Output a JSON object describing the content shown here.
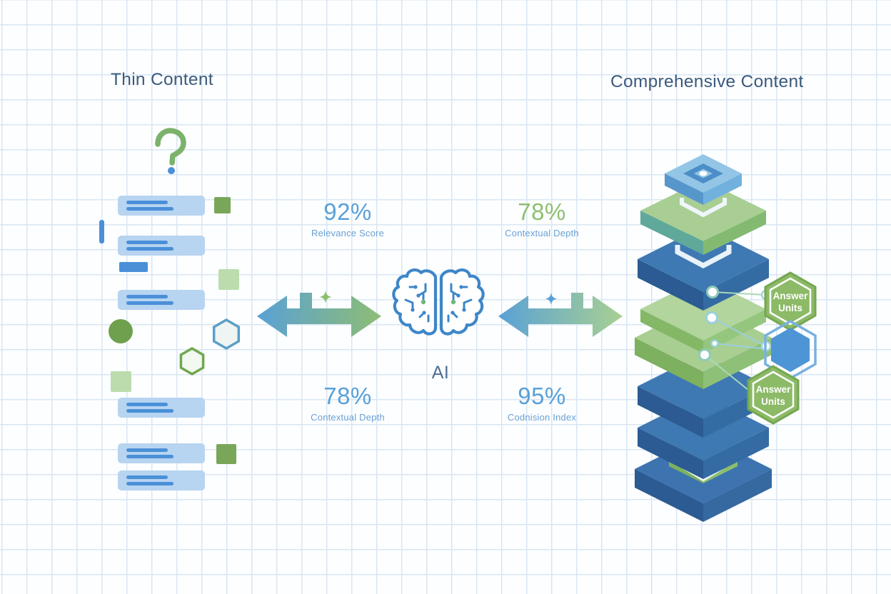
{
  "left_panel": {
    "title": "Thin Content"
  },
  "right_panel": {
    "title": "Comprehensive Content",
    "badges": [
      {
        "line1": "Answer",
        "line2": "Units"
      },
      {
        "line1": "Answer",
        "line2": "Units"
      }
    ]
  },
  "center": {
    "ai_label": "AI"
  },
  "metrics": [
    {
      "value": "92%",
      "label": "Relevance Score",
      "tone": "blue"
    },
    {
      "value": "78%",
      "label": "Contextual Depth",
      "tone": "green"
    },
    {
      "value": "78%",
      "label": "Contextual Depth",
      "tone": "blue"
    },
    {
      "value": "95%",
      "label": "Codnision Index",
      "tone": "blue"
    }
  ],
  "icons": {
    "question_mark": "question-mark-icon",
    "brain": "ai-brain-icon",
    "left_arrow": "bidirectional-arrow-icon",
    "right_arrow": "bidirectional-arrow-icon",
    "sparkle_green": "sparkle-icon",
    "sparkle_blue": "sparkle-icon"
  },
  "colors": {
    "accent_blue": "#58a0d8",
    "accent_green": "#8cbf70",
    "title_text": "#3b5a7d",
    "grid_line": "#d9e6f3",
    "block_fill": "#b7d4f1",
    "block_line": "#4a90d8",
    "stack_blue_dark": "#2b5b92",
    "stack_blue": "#3e79b4",
    "stack_green": "#a9ce93",
    "badge_green": "#8cba67",
    "badge_blue": "#4e95d6"
  }
}
